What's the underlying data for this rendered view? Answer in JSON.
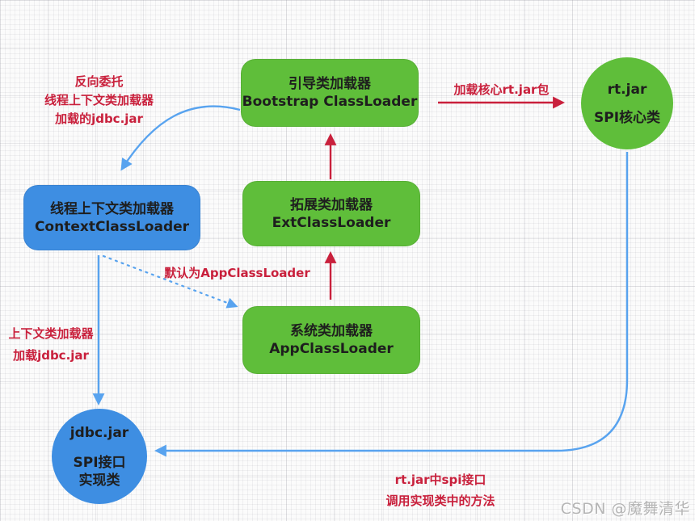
{
  "colors": {
    "green": "#5fbe3a",
    "blue": "#3e8ee2",
    "red": "#c9203c",
    "arrowblue": "#58a3ef",
    "watermark": "#b5b5b5",
    "nodetext": "#1e1e1e"
  },
  "nodes": {
    "bootstrap": {
      "line1": "引导类加载器",
      "line2": "Bootstrap ClassLoader"
    },
    "ext": {
      "line1": "拓展类加载器",
      "line2": "ExtClassLoader"
    },
    "app": {
      "line1": "系统类加载器",
      "line2": "AppClassLoader"
    },
    "context": {
      "line1": "线程上下文类加载器",
      "line2": "ContextClassLoader"
    },
    "rtjar": {
      "line1": "rt.jar",
      "line2": "SPI核心类"
    },
    "jdbcjar": {
      "line1": "jdbc.jar",
      "line2": "SPI接口",
      "line3": "实现类"
    }
  },
  "labels": {
    "reverse_delegate": {
      "line1": "反向委托",
      "line2": "线程上下文类加载器",
      "line3": "加载的jdbc.jar"
    },
    "load_core": "加载核心rt.jar包",
    "default_app": "默认为AppClassLoader",
    "context_loads": {
      "line1": "上下文类加载器",
      "line2": "加载jdbc.jar"
    },
    "rt_spi": {
      "line1": "rt.jar中spi接口",
      "line2": "调用实现类中的方法"
    }
  },
  "watermark": {
    "text": "CSDN @魔舞清华"
  }
}
